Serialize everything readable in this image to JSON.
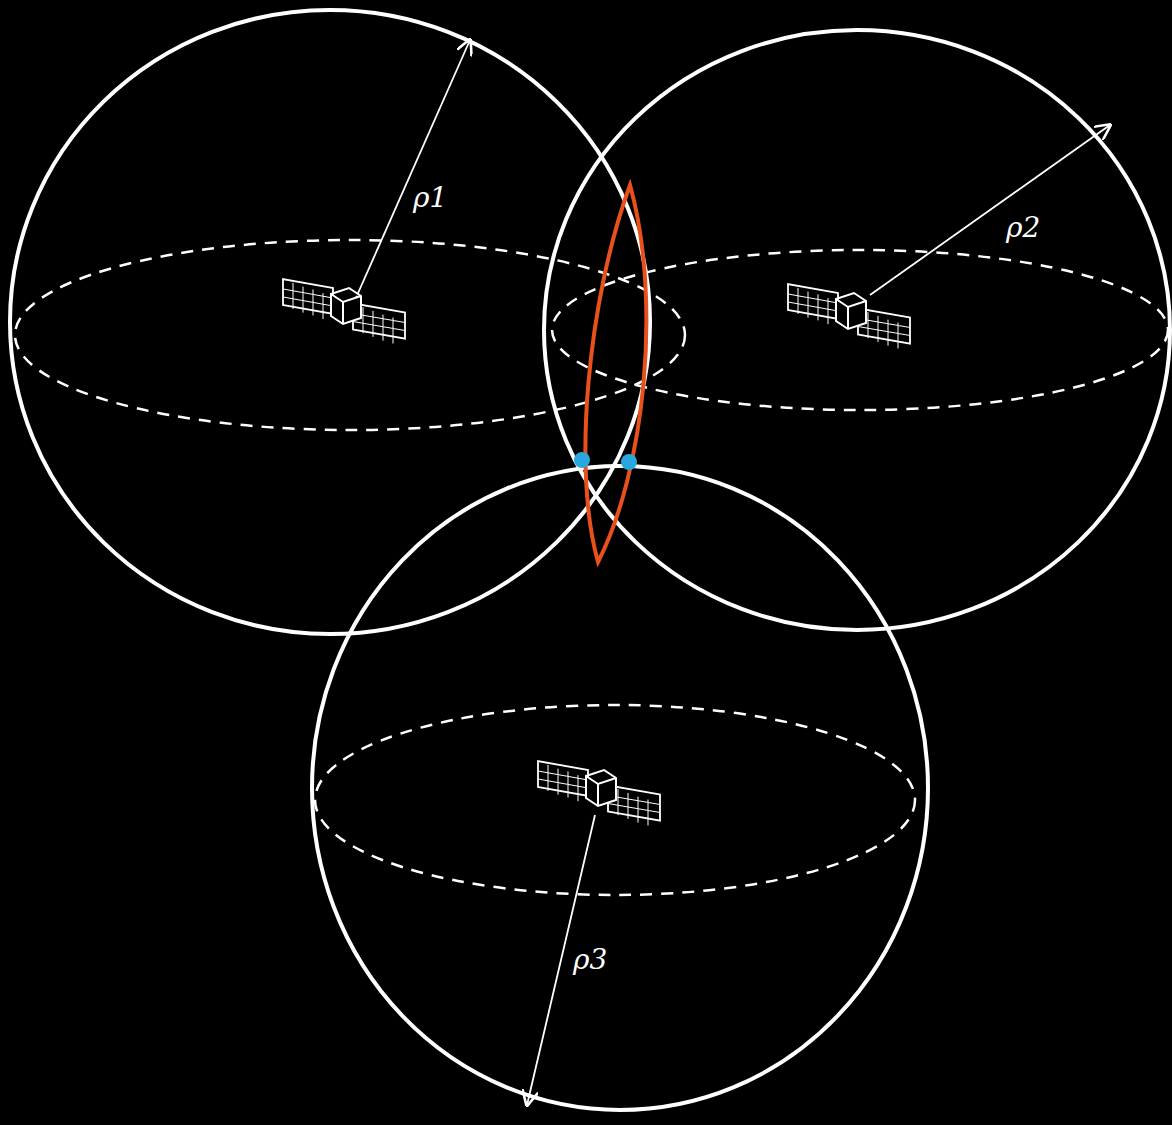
{
  "diagram": {
    "labels": [
      "ρ1",
      "ρ2",
      "ρ3"
    ]
  }
}
